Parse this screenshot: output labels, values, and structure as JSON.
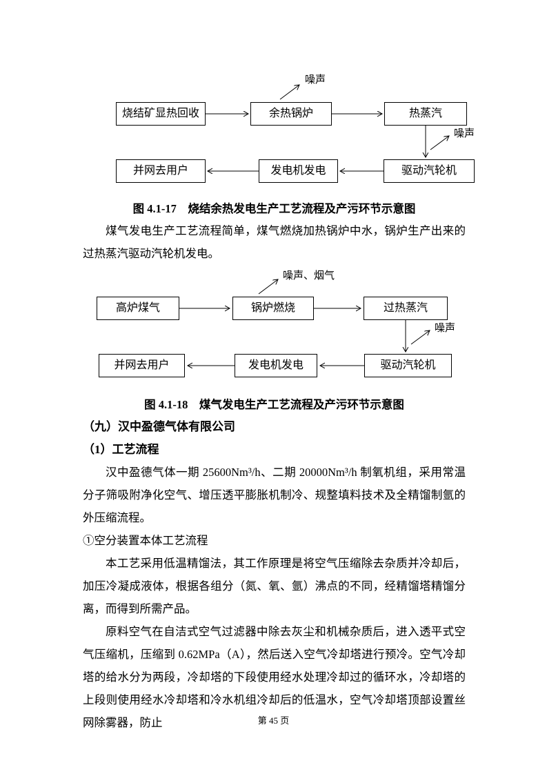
{
  "figure1": {
    "noise_top": "噪声",
    "noise_side": "噪声",
    "boxes": {
      "recovery": "烧结矿显热回收",
      "boiler": "余热锅炉",
      "steam": "热蒸汽",
      "grid": "并网去用户",
      "generator": "发电机发电",
      "turbine": "驱动汽轮机"
    },
    "caption": "图 4.1-17　烧结余热发电生产工艺流程及产污环节示意图"
  },
  "figure2": {
    "noise_top": "噪声、烟气",
    "noise_side": "噪声",
    "boxes": {
      "gas": "高炉煤气",
      "boiler": "锅炉燃烧",
      "steam": "过热蒸汽",
      "grid": "并网去用户",
      "generator": "发电机发电",
      "turbine": "驱动汽轮机"
    },
    "caption": "图 4.1-18　煤气发电生产工艺流程及产污环节示意图"
  },
  "paragraphs": {
    "p1": "煤气发电生产工艺流程简单，煤气燃烧加热锅炉中水，锅炉生产出来的过热蒸汽驱动汽轮机发电。",
    "p2": "汉中盈德气体一期 25600Nm³/h、二期 20000Nm³/h 制氧机组，采用常温分子筛吸附净化空气、增压透平膨胀机制冷、规整填料技术及全精馏制氩的外压缩流程。",
    "p3": "①空分装置本体工艺流程",
    "p4": "本工艺采用低温精馏法，其工作原理是将空气压缩除去杂质并冷却后，加压冷凝成液体，根据各组分（氮、氧、氩）沸点的不同，经精馏塔精馏分离，而得到所需产品。",
    "p5": "原料空气在自洁式空气过滤器中除去灰尘和机械杂质后，进入透平式空气压缩机，压缩到 0.62MPa（A），然后送入空气冷却塔进行预冷。空气冷却塔的给水分为两段，冷却塔的下段使用经水处理冷却过的循环水，冷却塔的上段则使用经水冷却塔和冷水机组冷却后的低温水，空气冷却塔顶部设置丝网除雾器，防止"
  },
  "headings": {
    "h1": "（九）汉中盈德气体有限公司",
    "h2": "（1）工艺流程"
  },
  "footer": "第 45 页"
}
